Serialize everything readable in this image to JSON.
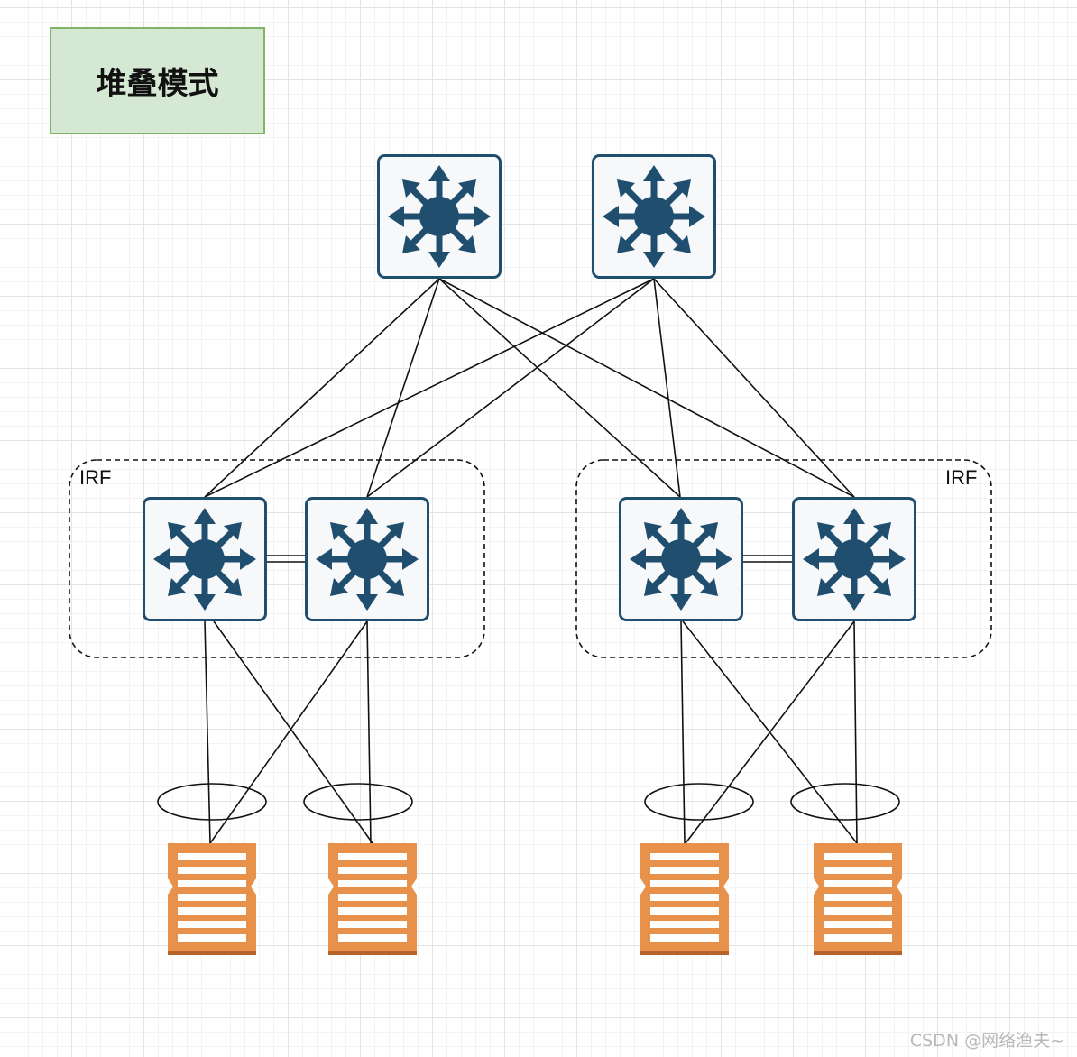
{
  "title": "堆叠模式",
  "groups": {
    "left_label": "IRF",
    "right_label": "IRF"
  },
  "watermark": "CSDN @网络渔夫~",
  "icons": {
    "switch": "l3-switch-icon",
    "server": "server-icon"
  },
  "colors": {
    "switch_fill": "#1f4e6e",
    "switch_bg": "#f7f8f9",
    "server_fill": "#e8914a",
    "server_shade": "#b5632b",
    "title_bg": "#d5e8d4",
    "title_border": "#82b366"
  }
}
